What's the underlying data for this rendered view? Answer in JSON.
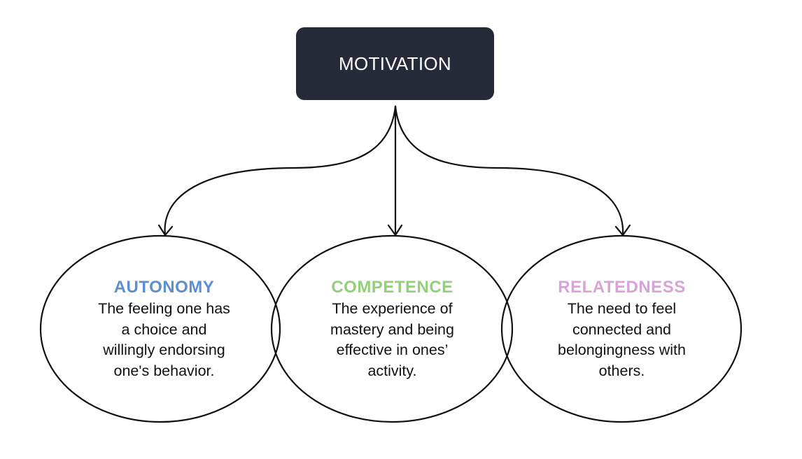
{
  "root": {
    "label": "MOTIVATION"
  },
  "nodes": [
    {
      "title": "AUTONOMY",
      "title_color": "#5b8fd4",
      "lines": [
        "The feeling one has",
        "a choice and",
        "willingly endorsing",
        "one's behavior."
      ]
    },
    {
      "title": "COMPETENCE",
      "title_color": "#93d07a",
      "lines": [
        "The experience of",
        "mastery and being",
        "effective in ones’",
        "activity."
      ]
    },
    {
      "title": "RELATEDNESS",
      "title_color": "#d9a2d8",
      "lines": [
        "The need to feel",
        "connected and",
        "belongingness with",
        "others."
      ]
    }
  ],
  "colors": {
    "root_background": "#272a38",
    "root_text": "#ffffff",
    "stroke": "#111111",
    "description_text": "#111111"
  }
}
